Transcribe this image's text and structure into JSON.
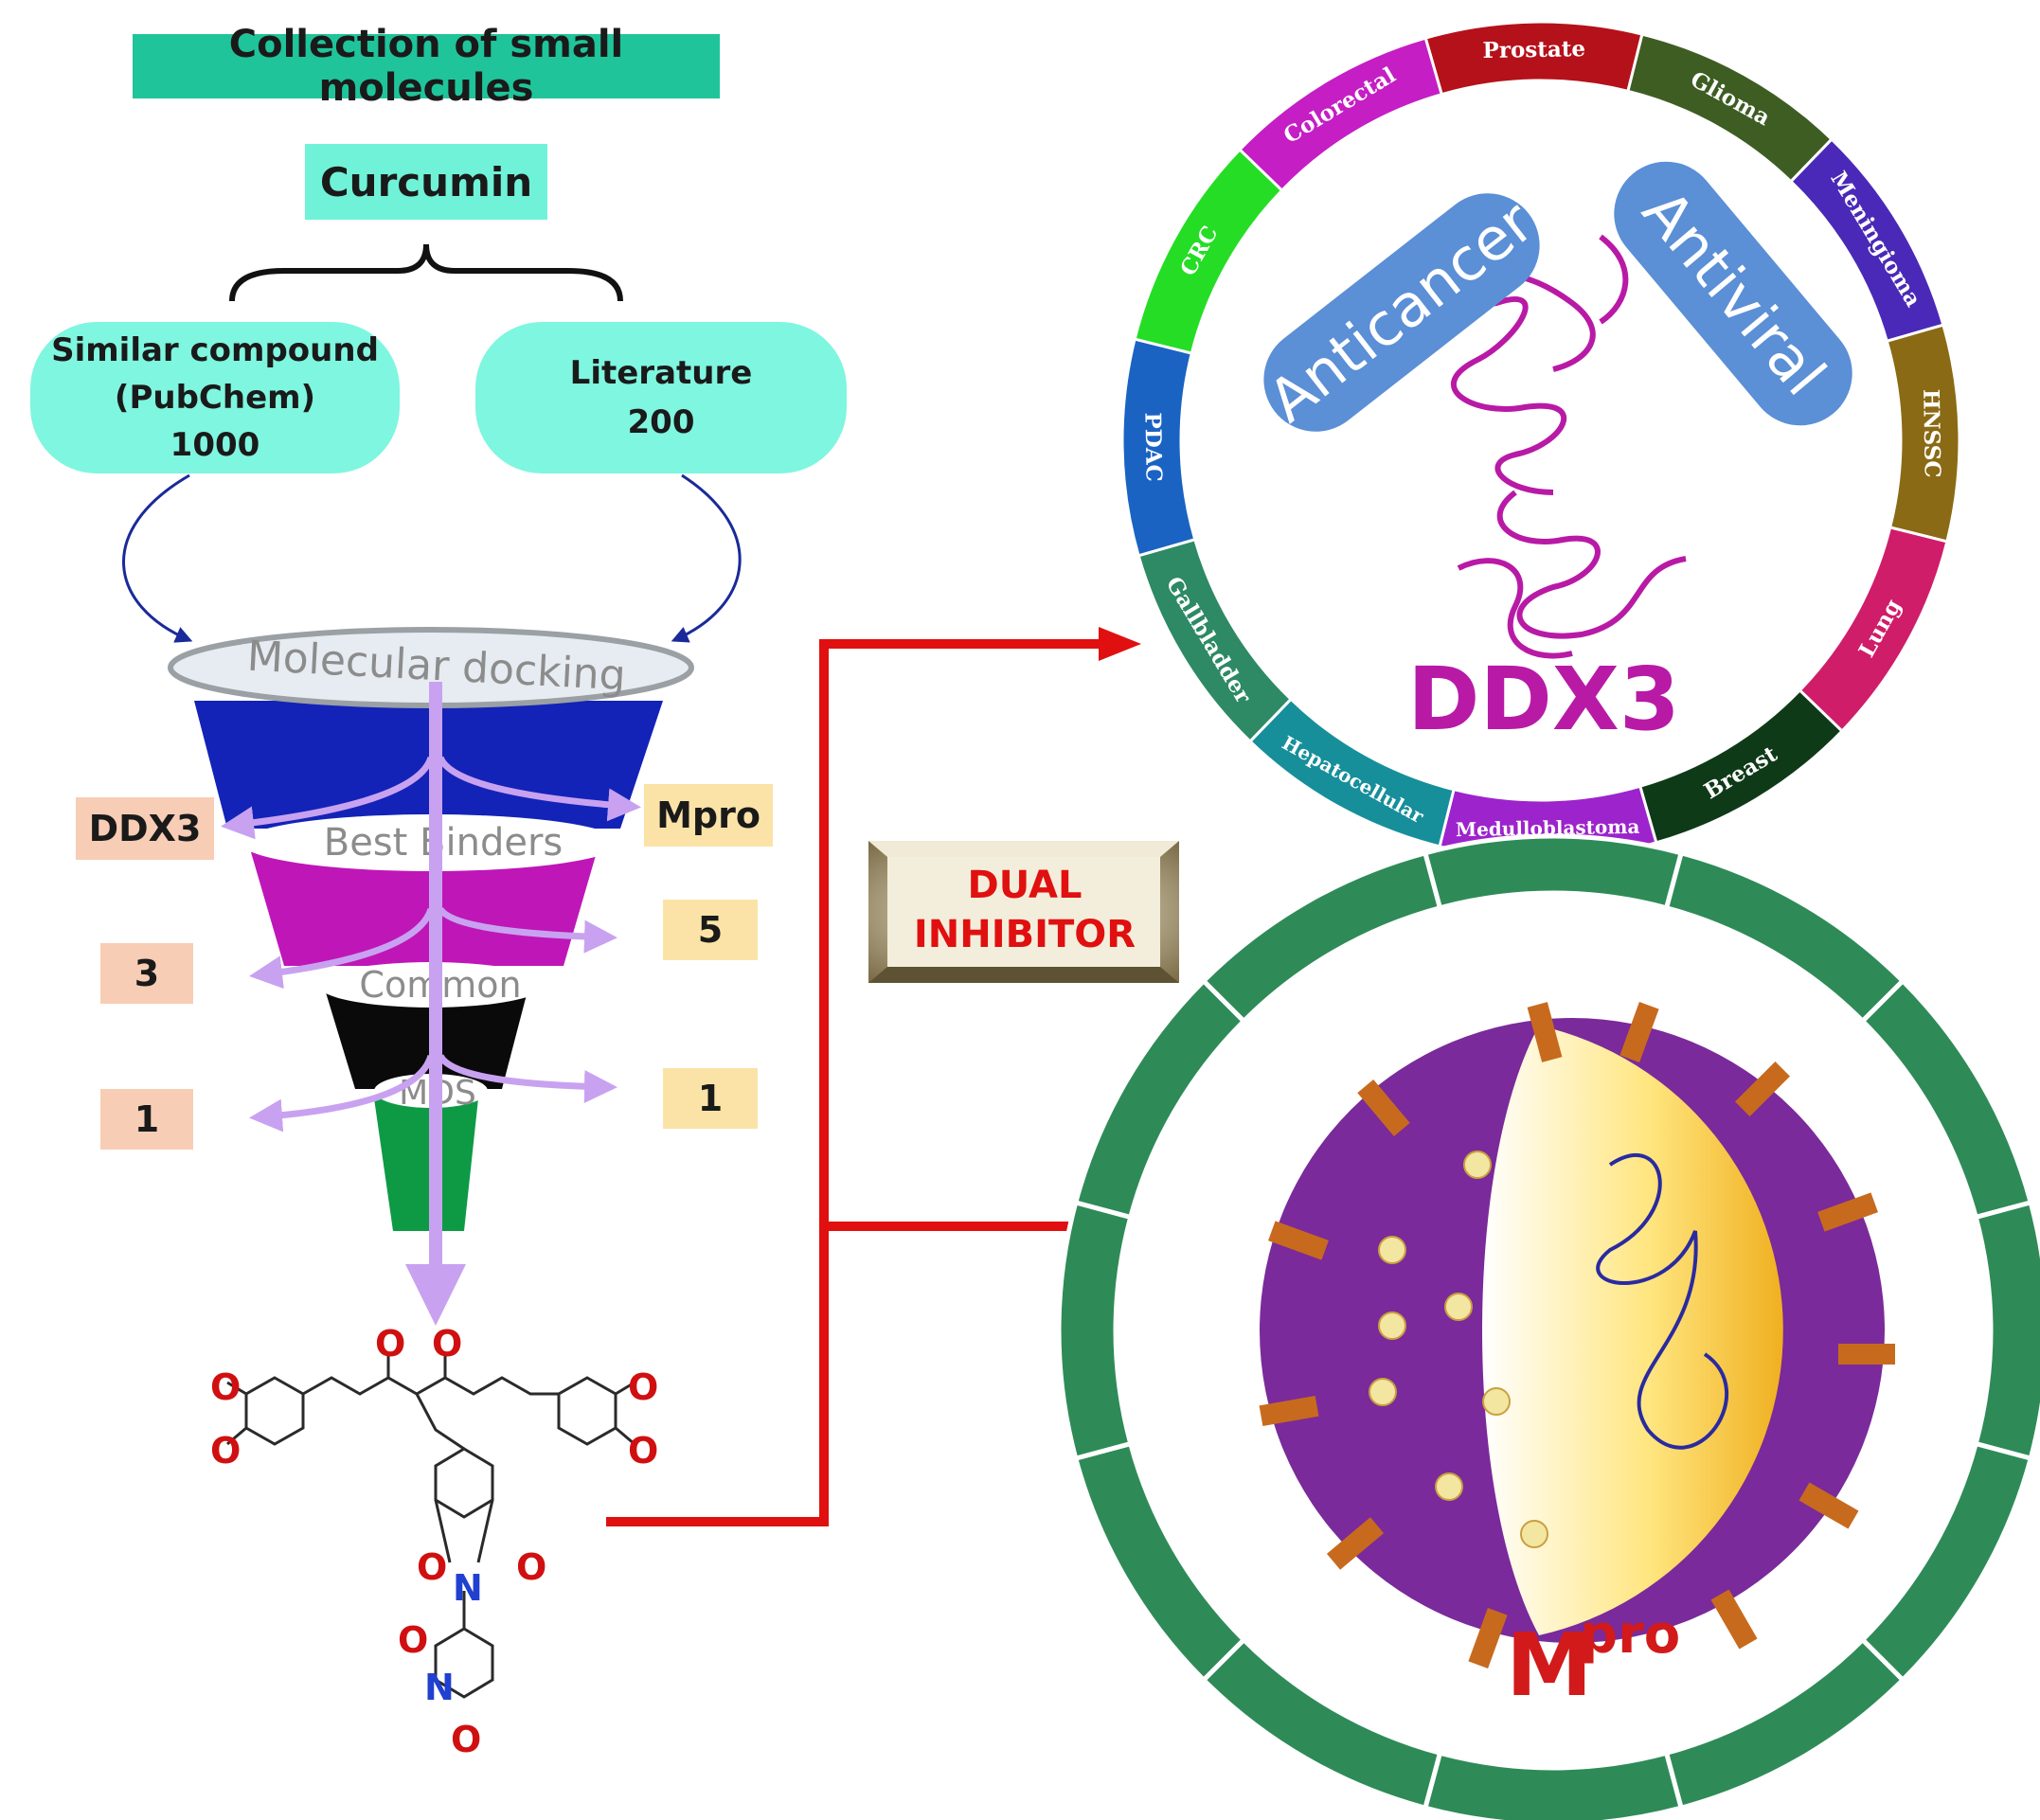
{
  "title": "Collection of small molecules",
  "curcumin": "Curcumin",
  "similar": {
    "line1": "Similar compound",
    "line2": "(PubChem)",
    "count": "1000"
  },
  "literature": {
    "line1": "Literature",
    "count": "200"
  },
  "funnel": {
    "docking": "Molecular docking",
    "best_binders": "Best Binders",
    "common": "Common",
    "mds": "MDS"
  },
  "ddx3_side": {
    "label": "DDX3",
    "common_count": "3",
    "mds_count": "1"
  },
  "mpro_side": {
    "label": "Mpro",
    "common_count": "5",
    "mds_count": "1"
  },
  "dual_inhibitor": {
    "line1": "DUAL",
    "line2": "INHIBITOR"
  },
  "ddx3_ring": {
    "title": "DDX3",
    "anticancer": "Anticancer",
    "antiviral": "Antiviral",
    "segments": [
      {
        "label": "Prostate",
        "color": "#b5111a"
      },
      {
        "label": "Glioma",
        "color": "#3e5d23"
      },
      {
        "label": "Meningioma",
        "color": "#4a29b8"
      },
      {
        "label": "HNSSC",
        "color": "#8a6a14"
      },
      {
        "label": "Lung",
        "color": "#cf1d6a"
      },
      {
        "label": "Breast",
        "color": "#0f3a18"
      },
      {
        "label": "Medulloblastoma",
        "color": "#9d23cc"
      },
      {
        "label": "Hepatocellular",
        "color": "#168f9a"
      },
      {
        "label": "Gallbladder",
        "color": "#2d8a64"
      },
      {
        "label": "PDAC",
        "color": "#1a63c3"
      },
      {
        "label": "CRC",
        "color": "#25dd25"
      },
      {
        "label": "Colorectal",
        "color": "#c41ec4"
      }
    ]
  },
  "mpro_ring": {
    "title_main": "M",
    "title_sup": "pro",
    "color": "#2e8b57"
  },
  "molecule_atoms": [
    "O",
    "O",
    "O",
    "O",
    "O",
    "O",
    "O",
    "N",
    "O",
    "O",
    "N",
    "O"
  ]
}
